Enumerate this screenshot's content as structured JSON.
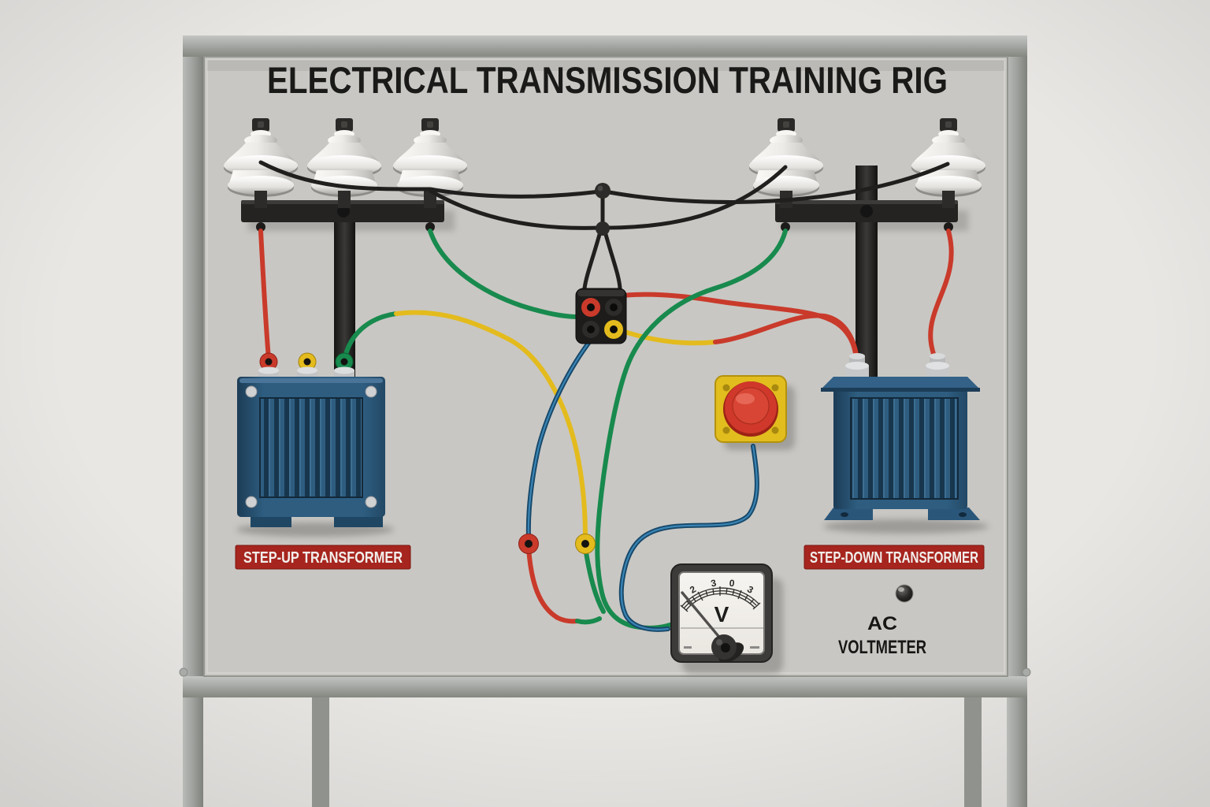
{
  "title": "ELECTRICAL TRANSMISSION TRAINING RIG",
  "labels": {
    "step_up": "STEP-UP TRANSFORMER",
    "step_down": "STEP-DOWN TRANSFORMER",
    "ac_line1": "AC",
    "ac_line2": "VOLTMETER"
  },
  "meter": {
    "unit": "V",
    "scale_labels": [
      "2",
      "3",
      "0",
      "3"
    ]
  },
  "colors": {
    "wire_red": "#c93a2b",
    "wire_green": "#188a4e",
    "wire_yellow": "#e3bb1d",
    "wire_black": "#201f1e",
    "wire_blue": "#17486a",
    "wire_blue_core": "#3b85b4",
    "transformer_blue": "#2e5d80",
    "label_red": "#a6251e",
    "estop_yellow": "#e2bd1e",
    "estop_red": "#cf382a",
    "insulator_white": "#f1efec",
    "panel_gray": "#c9c7c3",
    "frame_gray": "#a2a4a1",
    "title_ink": "#1a1a19"
  }
}
